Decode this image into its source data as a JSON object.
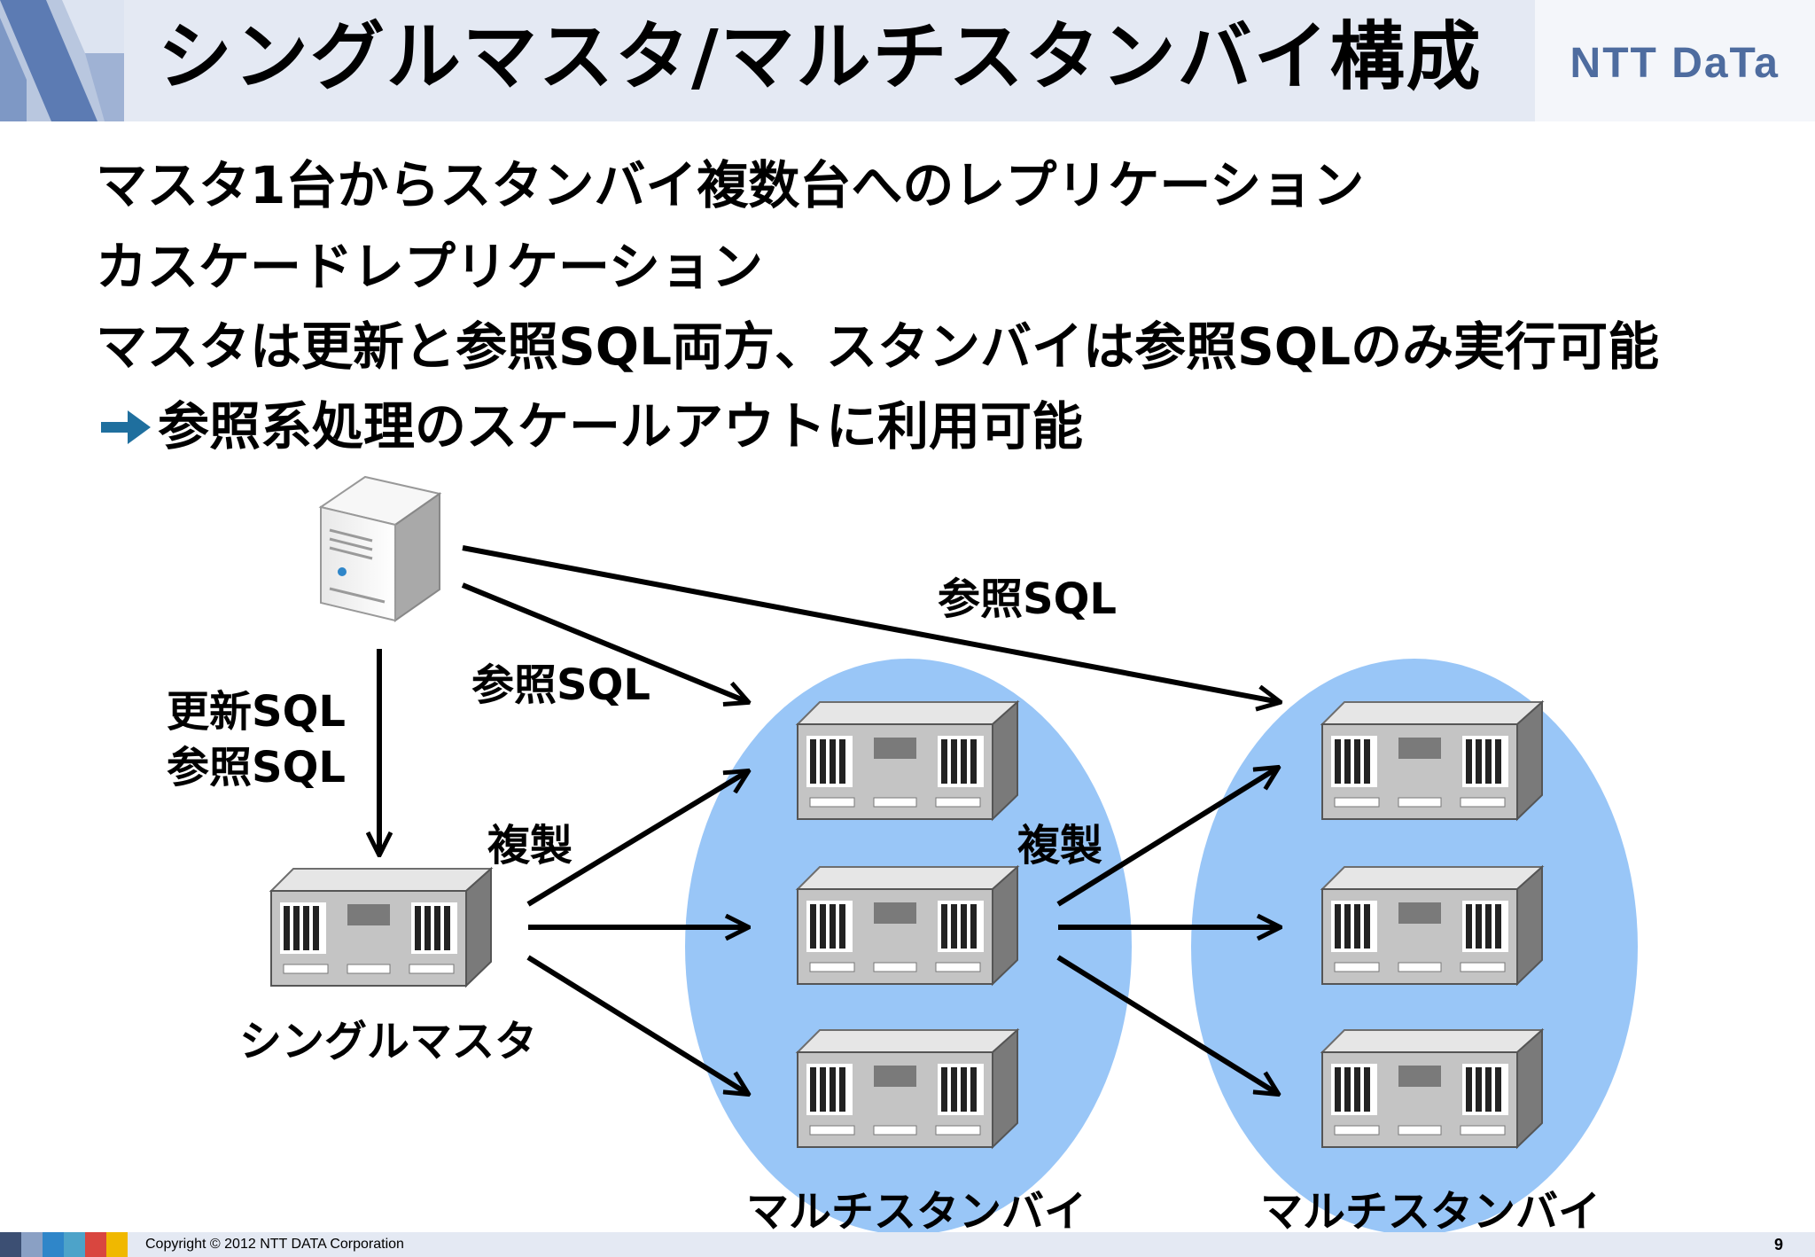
{
  "header": {
    "title": "シングルマスタ/マルチスタンバイ構成",
    "brand_logo": "NTT DaTa"
  },
  "bullets": [
    "マスタ1台からスタンバイ複数台へのレプリケーション",
    "カスケードレプリケーション",
    "マスタは更新と参照SQL両方、スタンバイは参照SQLのみ実行可能",
    "参照系処理のスケールアウトに利用可能"
  ],
  "diagram": {
    "labels": {
      "update_select_1": "更新SQL",
      "update_select_2": "参照SQL",
      "select_to_group1": "参照SQL",
      "select_to_group2": "参照SQL",
      "replicate_1": "複製",
      "replicate_2": "複製",
      "single_master": "シングルマスタ",
      "multi_standby_1": "マルチスタンバイ",
      "multi_standby_2": "マルチスタンバイ"
    },
    "colors": {
      "standby_ellipse": "#99c6f7",
      "arrow": "#000000",
      "bullet_arrow": "#1f6f9e"
    }
  },
  "footer": {
    "copyright": "Copyright © 2012 NTT DATA Corporation",
    "page_number": "9",
    "square_colors": [
      "#3c4f73",
      "#8aa0c4",
      "#2f86c9",
      "#4da3c9",
      "#d9463f",
      "#f0b800"
    ]
  }
}
